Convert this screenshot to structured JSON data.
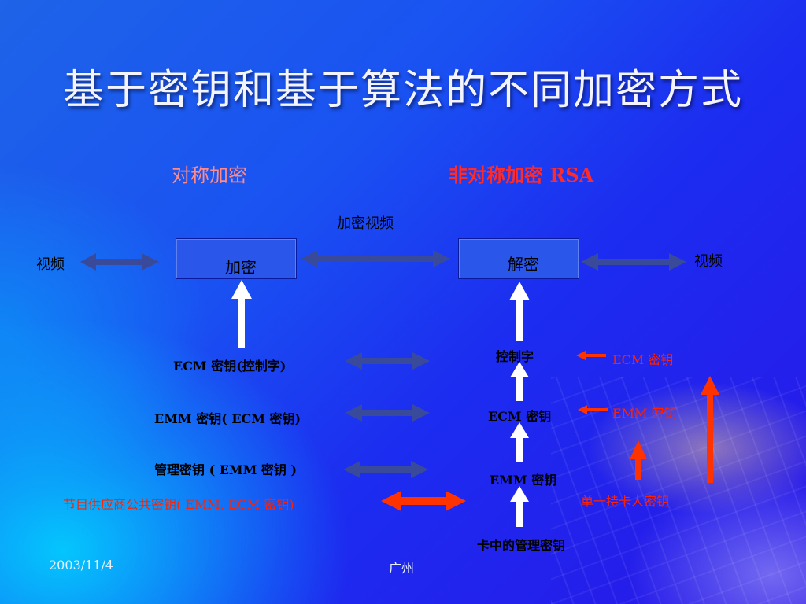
{
  "slide": {
    "title": "基于密钥和基于算法的不同加密方式",
    "subtitle_symmetric": "对称加密",
    "subtitle_asymmetric": "非对称加密 RSA"
  },
  "diagram": {
    "video_left": "视频",
    "video_right": "视频",
    "encrypted_video": "加密视频",
    "encrypt_box": "加密",
    "decrypt_box": "解密",
    "left_items": [
      "ECM 密钥(控制字)",
      "EMM 密钥( ECM 密钥)",
      "管理密钥 ( EMM 密钥 )"
    ],
    "provider_key": "节目供应商公共密钥( EMM, ECM 密钥)",
    "right_chain": [
      "控制字",
      "ECM 密钥",
      "EMM 密钥",
      "卡中的管理密钥"
    ],
    "red_labels": [
      "ECM 密钥",
      "EMM 密钥",
      "单一持卡人密钥"
    ]
  },
  "colors": {
    "double_arrow": "#3a4a9a",
    "white_arrow": "#ffffff",
    "red_arrow": "#ff3300",
    "title": "#f4f4ff"
  },
  "footer": {
    "date": "2003/11/4",
    "location": "广州"
  }
}
